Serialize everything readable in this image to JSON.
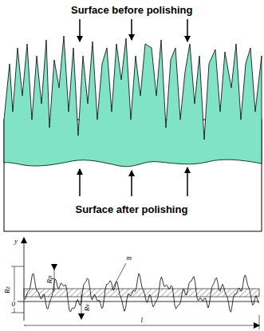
{
  "diagram": {
    "labels": [
      "Surface before polishing",
      "Surface after polishing",
      "y",
      "Rz",
      "0",
      "Rp",
      "Rv",
      "m",
      "l"
    ]
  }
}
